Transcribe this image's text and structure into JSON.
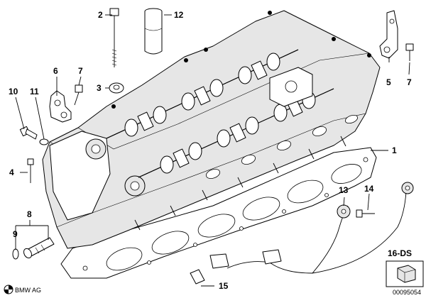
{
  "callouts": {
    "c1": "1",
    "c2": "2",
    "c3": "3",
    "c4": "4",
    "c5": "5",
    "c6": "6",
    "c7a": "7",
    "c7b": "7",
    "c8": "8",
    "c9": "9",
    "c10": "10",
    "c11": "11",
    "c12": "12",
    "c13": "13",
    "c14": "14",
    "c15": "15"
  },
  "brand_label": "BMW AG",
  "ds_label": "16-DS",
  "diagram_code": "00095054"
}
